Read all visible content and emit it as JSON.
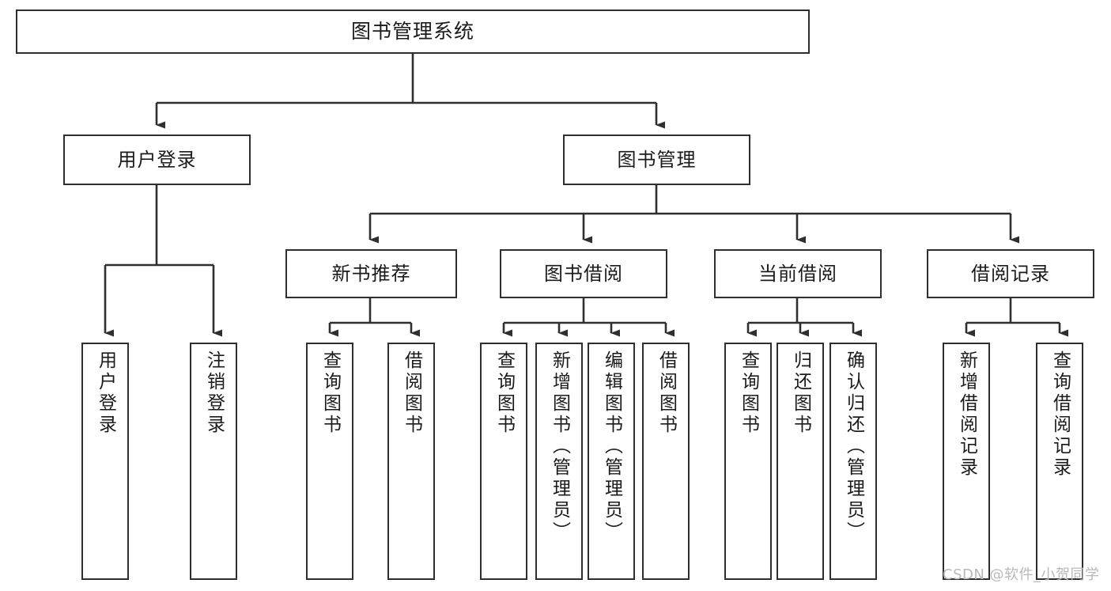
{
  "diagram": {
    "title": "图书管理系统",
    "type": "tree-hierarchy-chart",
    "background_color": "#ffffff",
    "line_color": "#2f2f2f",
    "box_fill": "#ffffff"
  },
  "nodes": {
    "root": {
      "label": "图书管理系统"
    },
    "level2": [
      {
        "label": "用户登录"
      },
      {
        "label": "图书管理"
      }
    ],
    "level3": [
      {
        "label": "新书推荐"
      },
      {
        "label": "图书借阅"
      },
      {
        "label": "当前借阅"
      },
      {
        "label": "借阅记录"
      }
    ],
    "leaves_user_login": [
      {
        "label": "用户登录"
      },
      {
        "label": "注销登录"
      }
    ],
    "leaves_new_book": [
      {
        "label": "查询图书"
      },
      {
        "label": "借阅图书"
      }
    ],
    "leaves_borrow": [
      {
        "label": "查询图书"
      },
      {
        "label": "新增图书（管理员）"
      },
      {
        "label": "编辑图书（管理员）"
      },
      {
        "label": "借阅图书"
      }
    ],
    "leaves_current": [
      {
        "label": "查询图书"
      },
      {
        "label": "归还图书"
      },
      {
        "label": "确认归还（管理员）"
      }
    ],
    "leaves_records": [
      {
        "label": "新增借阅记录"
      },
      {
        "label": "查询借阅记录"
      }
    ]
  },
  "watermark": {
    "text": "CSDN @软件_小贺同学",
    "color": "#b9b9b9"
  }
}
